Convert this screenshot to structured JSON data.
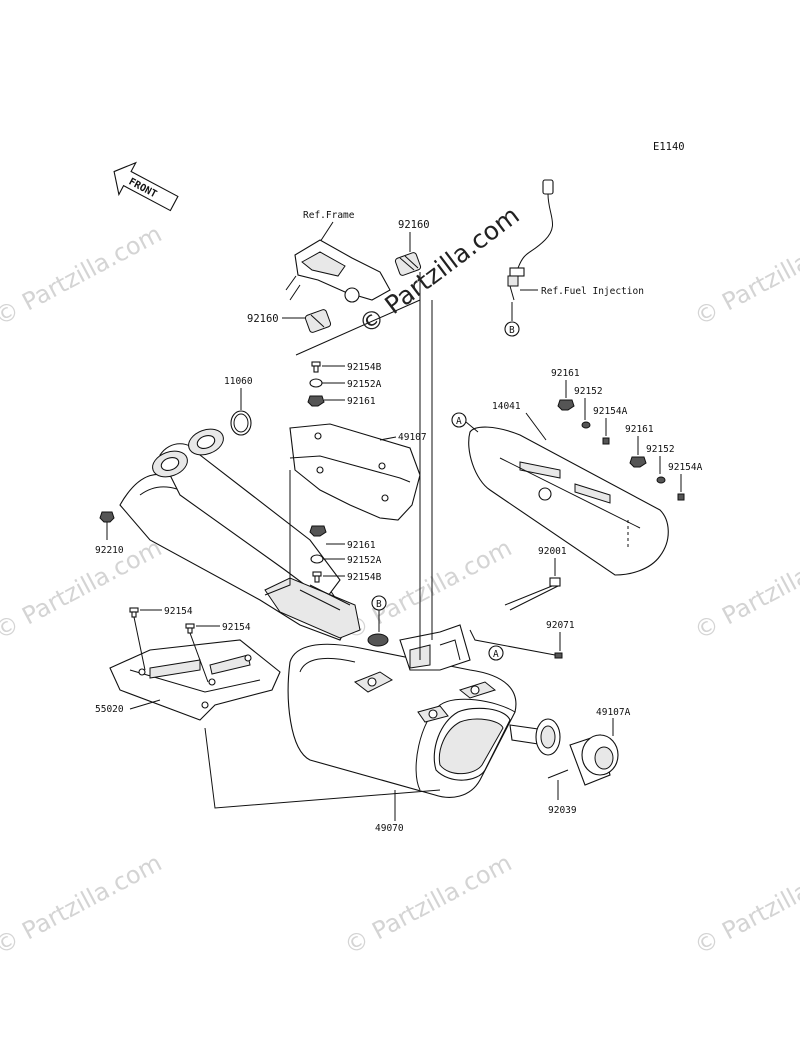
{
  "diagram": {
    "code": "E1140",
    "front_label": "FRONT",
    "ref_frame": "Ref.Frame",
    "ref_fuel": "Ref.Fuel Injection",
    "watermark_center": "© Partzilla.com",
    "watermark_small": "© Partzilla.com",
    "callouts": {
      "a1": "A",
      "a2": "A",
      "b1": "B",
      "b2": "B"
    },
    "parts": {
      "p92160a": "92160",
      "p92160b": "92160",
      "p92154b_top": "92154B",
      "p92152a_top": "92152A",
      "p92161_top": "92161",
      "p11060": "11060",
      "p49107": "49107",
      "p92210": "92210",
      "p92161_mid": "92161",
      "p92152a_mid": "92152A",
      "p92154b_mid": "92154B",
      "p92154_a": "92154",
      "p92154_b": "92154",
      "p55020": "55020",
      "p92161_r1": "92161",
      "p92152_r1": "92152",
      "p92154a_r1": "92154A",
      "p14041": "14041",
      "p92161_r2": "92161",
      "p92152_r2": "92152",
      "p92154a_r2": "92154A",
      "p92001": "92001",
      "p92071": "92071",
      "p49107a": "49107A",
      "p49070": "49070",
      "p92039": "92039"
    }
  }
}
